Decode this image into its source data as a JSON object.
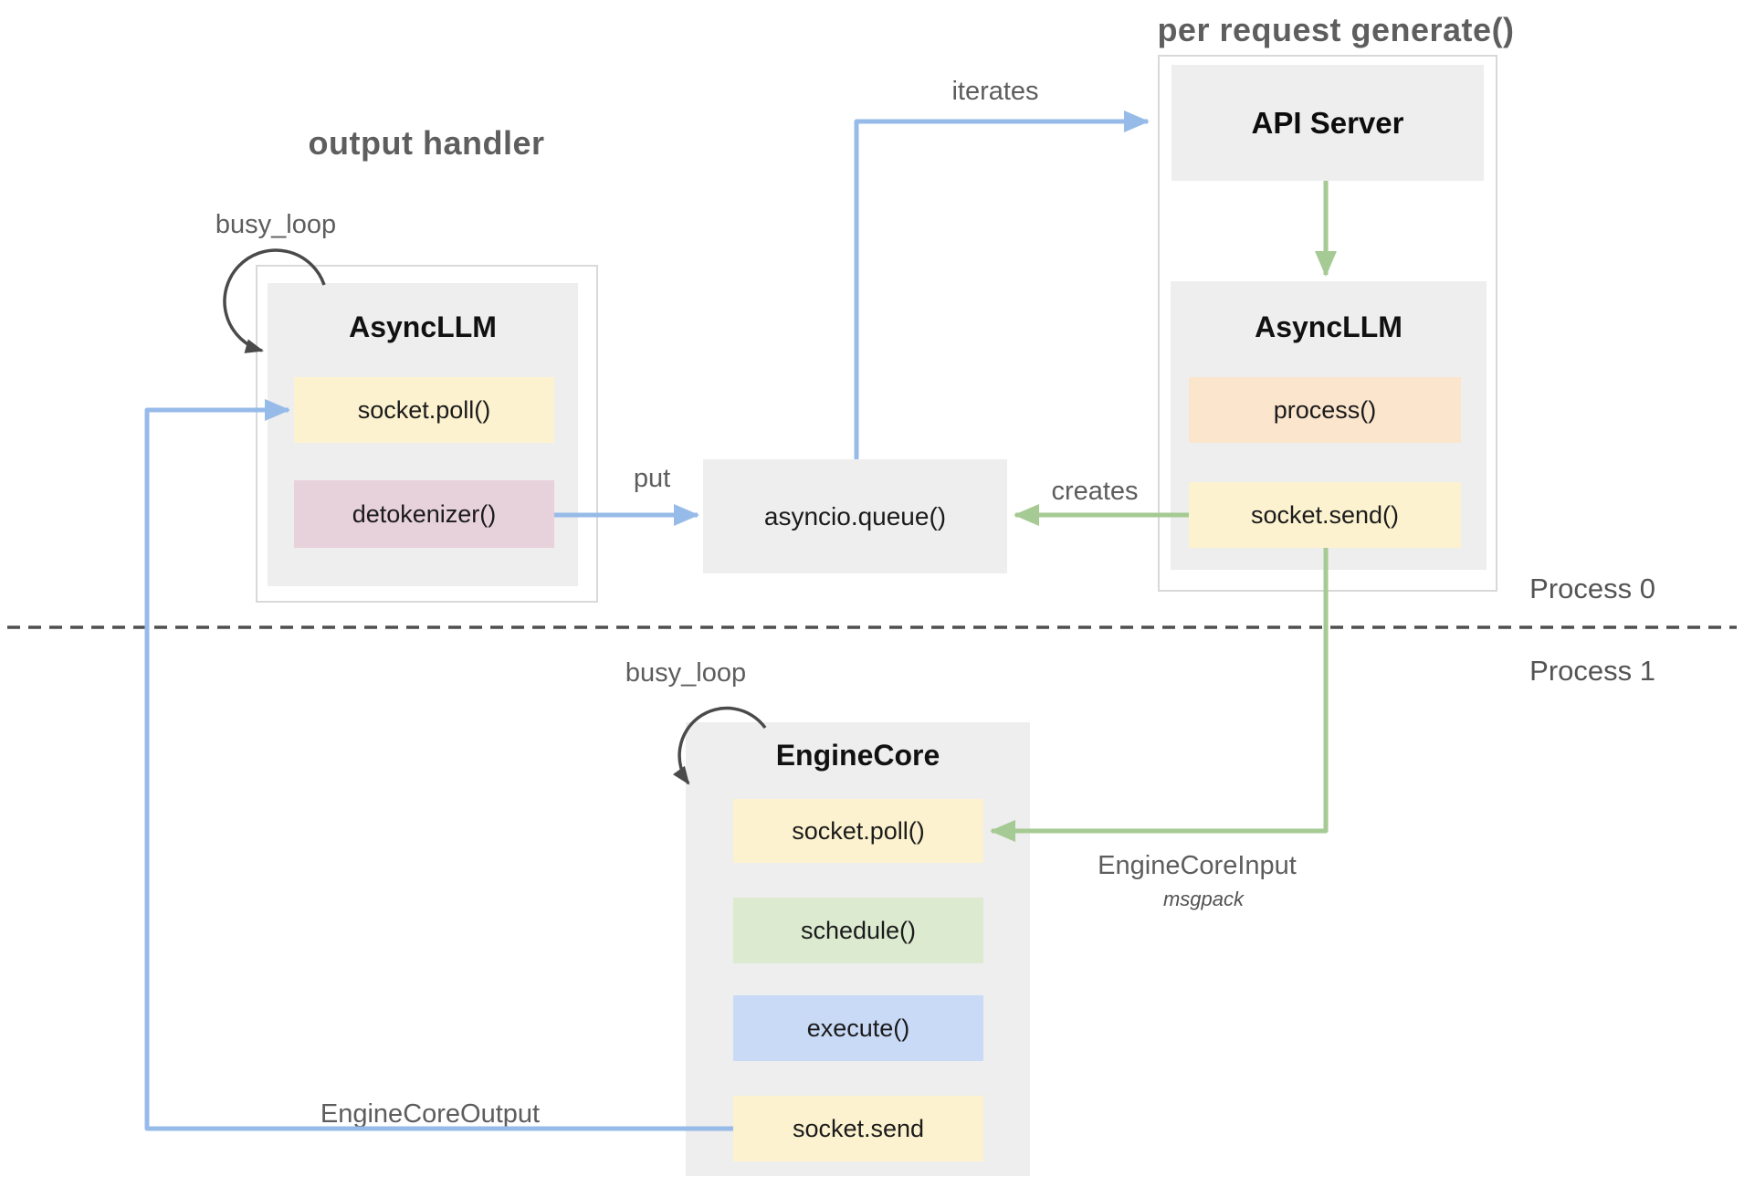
{
  "titles": {
    "output_handler": "output handler",
    "per_request_generate": "per request generate()"
  },
  "process_labels": {
    "process0": "Process 0",
    "process1": "Process 1"
  },
  "edge_labels": {
    "busy_loop_left": "busy_loop",
    "busy_loop_bottom": "busy_loop",
    "iterates": "iterates",
    "put": "put",
    "creates": "creates",
    "engine_core_input": "EngineCoreInput",
    "engine_core_input_sub": "msgpack",
    "engine_core_output": "EngineCoreOutput"
  },
  "nodes": {
    "async_llm_left": {
      "title": "AsyncLLM",
      "items": [
        "socket.poll()",
        "detokenizer()"
      ]
    },
    "api_server": {
      "title": "API Server"
    },
    "async_llm_right": {
      "title": "AsyncLLM",
      "items": [
        "process()",
        "socket.send()"
      ]
    },
    "asyncio_queue": {
      "label": "asyncio.queue()"
    },
    "engine_core": {
      "title": "EngineCore",
      "items": [
        "socket.poll()",
        "schedule()",
        "execute()",
        "socket.send"
      ]
    }
  },
  "colors": {
    "node_gray": "#eeeeee",
    "container_border": "#d9d9d9",
    "yellow": "#fcf2cf",
    "pink": "#e7d1db",
    "orange": "#fbe5cd",
    "green": "#dcead0",
    "blue": "#c9daf6",
    "arrow_blue": "#97bbe8",
    "arrow_green": "#a5ca93",
    "loop_arrow": "#4a4a4a",
    "label_text": "#5d5d5d",
    "box_text": "#1b1b1b"
  }
}
